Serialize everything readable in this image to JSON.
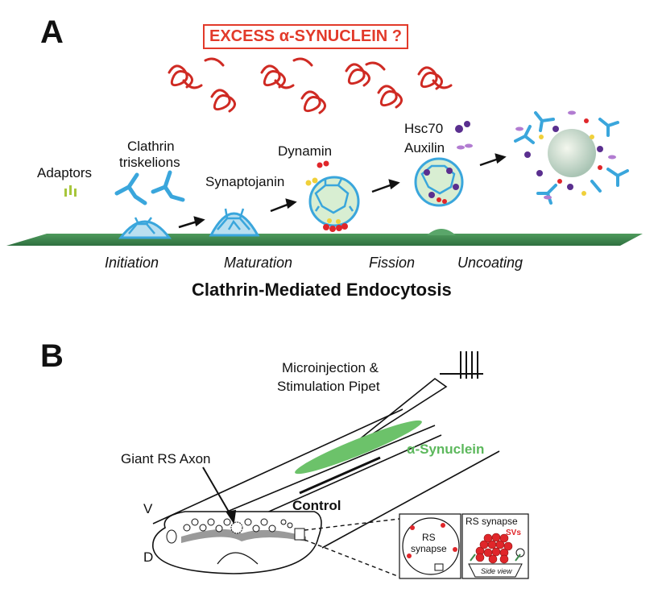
{
  "panel_a": {
    "label": "A",
    "alert": "EXCESS α-SYNUCLEIN ?",
    "labels": {
      "adaptors": "Adaptors",
      "clathrin_1": "Clathrin",
      "clathrin_2": "triskelions",
      "dynamin": "Dynamin",
      "synaptojanin": "Synaptojanin",
      "hsc70": "Hsc70",
      "auxilin": "Auxilin"
    },
    "stages": [
      "Initiation",
      "Maturation",
      "Fission",
      "Uncoating"
    ],
    "title": "Clathrin-Mediated Endocytosis"
  },
  "panel_b": {
    "label": "B",
    "pipet_1": "Microinjection &",
    "pipet_2": "Stimulation Pipet",
    "axon": "Giant RS Axon",
    "synuclein": "α-Synuclein",
    "control": "Control",
    "v": "V",
    "d": "D",
    "inset_rs_1": "RS",
    "inset_rs_2": "synapse",
    "inset2_title": "RS synapse",
    "svs": "SVs",
    "side_view": "Side view"
  },
  "colors": {
    "alert": "#e23a2a",
    "synuclein": "#5cb85c",
    "clathrin": "#3aa6dc",
    "membrane": "#3c8a4c",
    "sv_red": "#e0262a"
  }
}
